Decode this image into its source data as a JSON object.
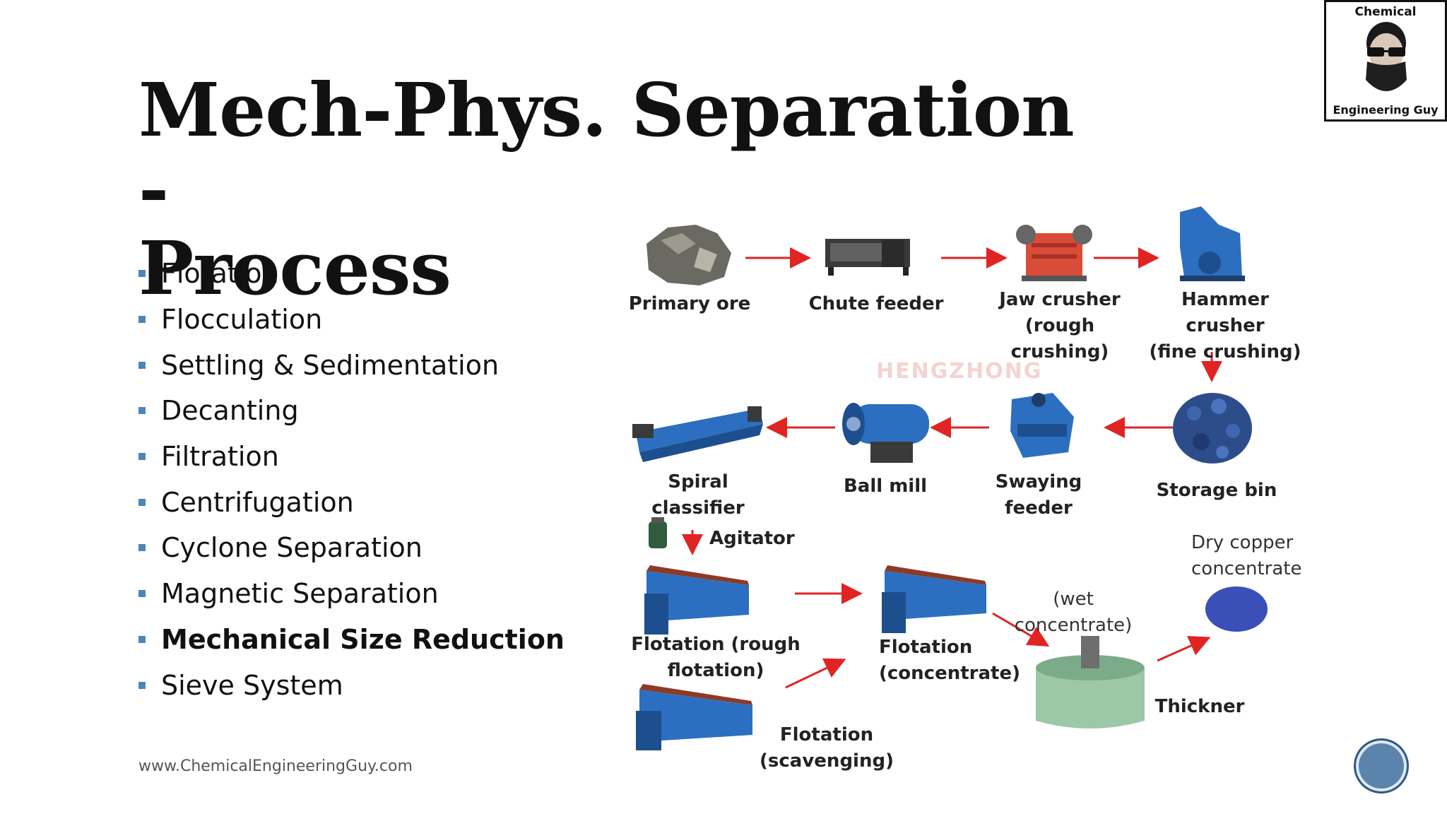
{
  "slide": {
    "title_line1": "Mech-Phys. Separation -",
    "title_line2": "Process",
    "bullets": [
      "Flotation",
      "Flocculation",
      "Settling & Sedimentation",
      "Decanting",
      "Filtration",
      "Centrifugation",
      "Cyclone Separation",
      "Magnetic Separation",
      "Mechanical Size Reduction",
      "Sieve System"
    ],
    "emphasized_bullet": "Mechanical Size Reduction",
    "footer_url": "www.ChemicalEngineeringGuy.com"
  },
  "logo": {
    "top_text": "Chemical",
    "bottom_text": "Engineering Guy"
  },
  "diagram": {
    "watermark": "HENGZHONG",
    "labels": {
      "primary_ore": "Primary ore",
      "chute_feeder": "Chute feeder",
      "jaw_crusher": "Jaw crusher\n(rough crushing)",
      "hammer_crusher": "Hammer crusher\n(fine crushing)",
      "storage_bin": "Storage bin",
      "swaying_feeder": "Swaying\nfeeder",
      "ball_mill": "Ball mill",
      "spiral_classifier": "Spiral classifier",
      "agitator": "Agitator",
      "flotation_rough": "Flotation (rough flotation)",
      "flotation_concentrate": "Flotation\n(concentrate)",
      "flotation_scavenging": "Flotation (scavenging)",
      "wet_concentrate": "(wet concentrate)",
      "thickner": "Thickner",
      "dry_copper": "Dry copper\nconcentrate"
    },
    "colors": {
      "arrow": "#e02424",
      "equipment_blue": "#2c6fc0",
      "bullet_square": "#4a86b8"
    }
  }
}
